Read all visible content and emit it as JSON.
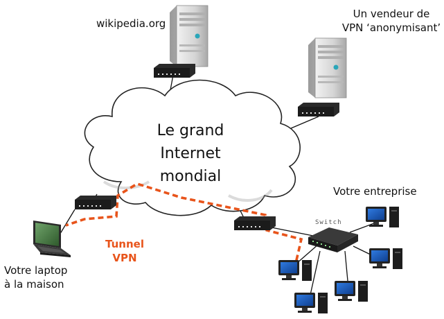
{
  "labels": {
    "wikipedia": "wikipedia.org",
    "vpn_vendor_line1": "Un vendeur de",
    "vpn_vendor_line2": "VPN ‘anonymisant’",
    "enterprise": "Votre entreprise",
    "laptop_line1": "Votre laptop",
    "laptop_line2": "à la maison",
    "tunnel_line1": "Tunnel",
    "tunnel_line2": "VPN",
    "switch": "Switch"
  },
  "cloud": {
    "line1": "Le grand",
    "line2": "Internet",
    "line3": "mondial"
  },
  "colors": {
    "tunnel": "#e8541b",
    "cloud_stroke": "#222222",
    "router": "#1b1b1b",
    "server": "#c9c9c9",
    "monitor_screen": "#1f5fc4"
  },
  "icons": {
    "server": "server-icon",
    "router": "router-icon",
    "switch": "switch-icon",
    "laptop": "laptop-icon",
    "desktop": "desktop-computer-icon"
  }
}
